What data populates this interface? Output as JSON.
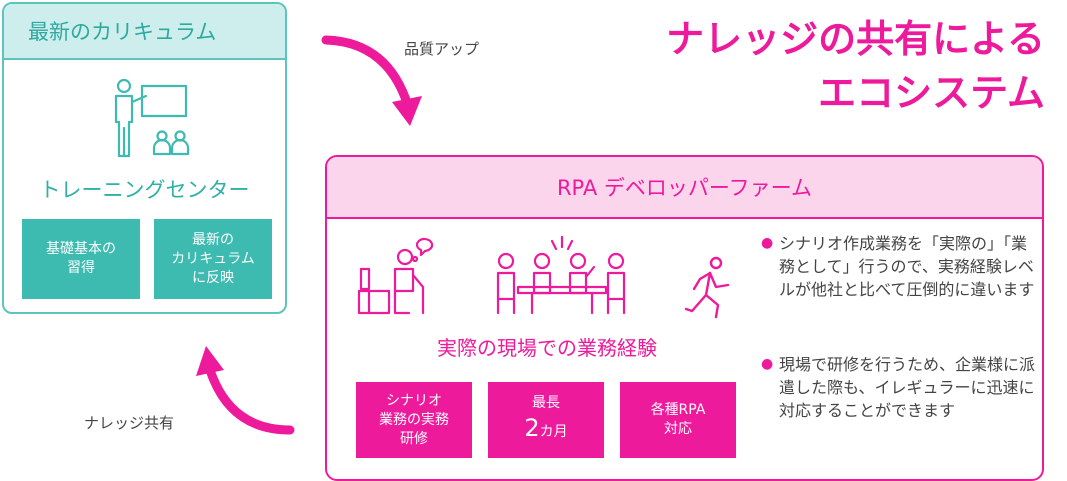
{
  "headline": {
    "line1": "ナレッジの共有による",
    "line2": "エコシステム"
  },
  "training_center": {
    "header": "最新のカリキュラム",
    "title": "トレーニングセンター",
    "boxes": [
      {
        "label": "基礎基本の\n習得"
      },
      {
        "label": "最新の\nカリキュラム\nに反映"
      }
    ]
  },
  "farm": {
    "header": "RPA デベロッパーファーム",
    "subtitle": "実際の現場での業務経験",
    "boxes": [
      {
        "label": "シナリオ\n業務の実務\n研修"
      },
      {
        "label_top": "最長",
        "label_big": "2",
        "label_unit": "カ月"
      },
      {
        "label": "各種RPA\n対応"
      }
    ],
    "bullets": [
      "シナリオ作成業務を「実際の」「業務として」行うので、実務経験レベルが他社と比べて圧倒的に違います",
      "現場で研修を行うため、企業様に派遣した際も、イレギュラーに迅速に対応することができます"
    ]
  },
  "arrows": {
    "quality_up": "品質アップ",
    "knowledge_share": "ナレッジ共有"
  },
  "colors": {
    "teal": "#3dbbb1",
    "teal_light": "#cdeeed",
    "pink": "#ee1a9c",
    "pink_light": "#fbd5ec"
  },
  "icons": [
    "teacher-whiteboard-icon",
    "thinking-worker-icon",
    "team-meeting-icon",
    "running-person-icon"
  ]
}
